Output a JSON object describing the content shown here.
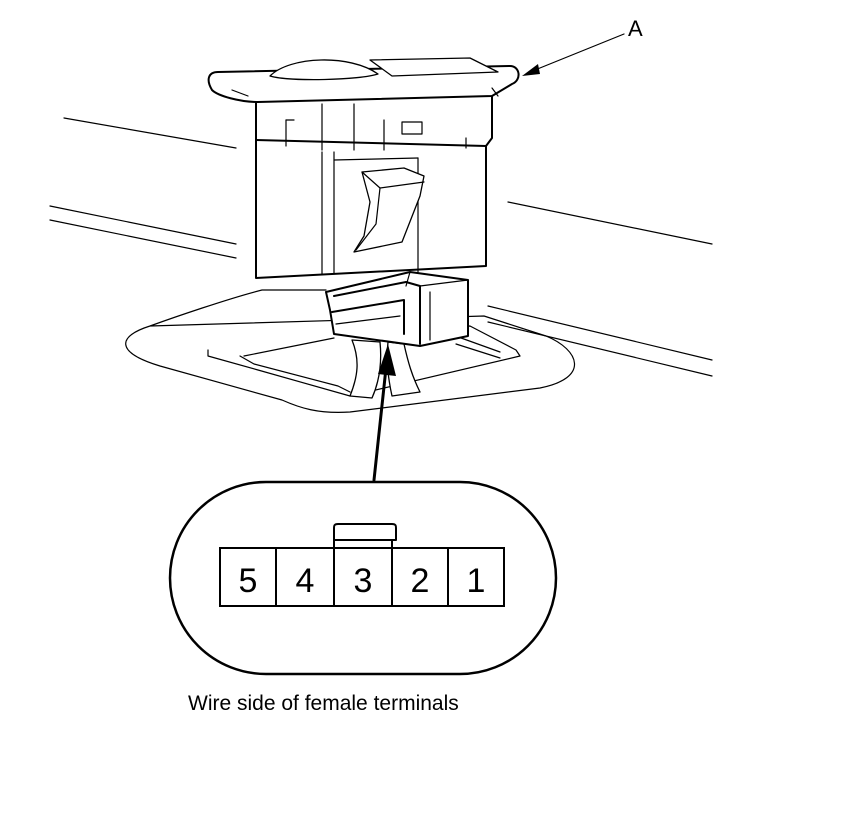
{
  "callout": {
    "label": "A"
  },
  "connector_view": {
    "caption": "Wire side of female terminals",
    "pins": [
      "5",
      "4",
      "3",
      "2",
      "1"
    ]
  }
}
